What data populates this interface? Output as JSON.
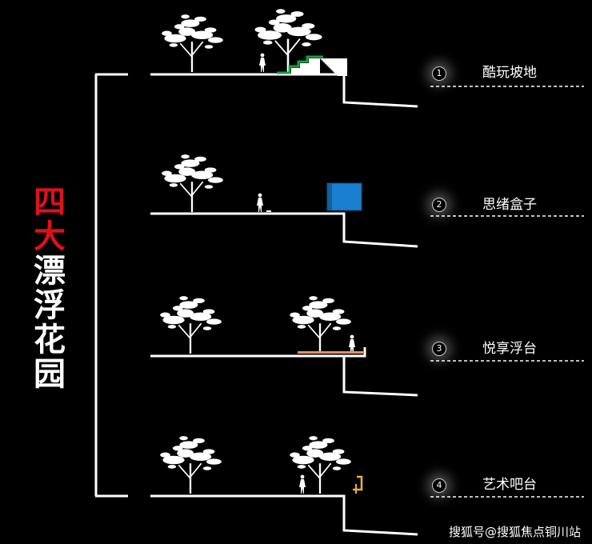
{
  "title_chars": [
    "四",
    "大",
    "漂",
    "浮",
    "花",
    "园"
  ],
  "title_red_count": 2,
  "gardens": [
    {
      "number": "1",
      "label": "酷玩坡地",
      "accent": "#1aa23c"
    },
    {
      "number": "2",
      "label": "思绪盒子",
      "accent": "#1b7fd0"
    },
    {
      "number": "3",
      "label": "悦享浮台",
      "accent": "#f08a6a"
    },
    {
      "number": "4",
      "label": "艺术吧台",
      "accent": "#f0b429"
    }
  ],
  "watermark": "搜狐号@搜狐焦点铜川站",
  "colors": {
    "background": "#000000",
    "line": "#ffffff",
    "title_accent": "#e0101a"
  }
}
